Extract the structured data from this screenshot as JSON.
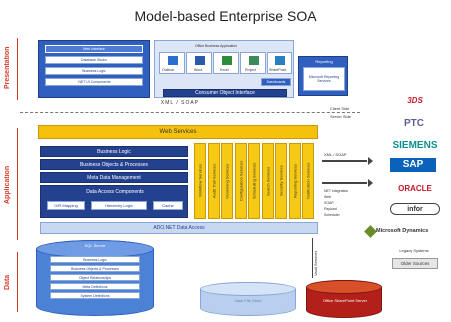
{
  "title": "Model-based Enterprise SOA",
  "tiers": {
    "presentation": "Presentation",
    "application": "Application",
    "data": "Data"
  },
  "presentation": {
    "web_client": {
      "header": "Web Interface",
      "rows": [
        "Database Studio",
        "Business Logic",
        ".NET UI Components"
      ]
    },
    "office": {
      "header": "Office Business Application",
      "apps": [
        "Outlook",
        "Word",
        "Excel",
        "Project",
        "SharePoint"
      ],
      "footer": "Consumer Object Interface",
      "side": "Dashboards"
    },
    "reporting": {
      "header": "Reporting",
      "body": "Microsoft Reporting Services"
    },
    "protocol": "XML / SOAP"
  },
  "divider": {
    "client_side": "Client Side",
    "server_side": "Server Side"
  },
  "application": {
    "web_services": "Web Services",
    "layers": [
      "Business Logic",
      "Business Objects & Processes",
      "Meta Data Management"
    ],
    "data_access": {
      "title": "Data Access Components",
      "items": [
        "O/R Mapping",
        "Hierarchy Logic",
        "Cache"
      ]
    },
    "ado": "ADO.NET Data Access",
    "columns": [
      "Workflow Services",
      "Audit Trail Services",
      "Versioning Services",
      "Configuration Services",
      "Scheduling Services",
      "Search Services",
      "Security Services",
      "Reporting Services",
      "Notification Services"
    ],
    "integration_label": "XML / SOAP",
    "integration_notes": [
      "NET integration",
      "Web",
      "SOAP",
      "Payload",
      "Scheduler"
    ],
    "file_label": "Vault Services"
  },
  "data": {
    "sql_header": "SQL Server",
    "sql_rows": [
      "Business Logic",
      "Business Objects & Processes",
      "Object Relationships",
      "Meta Definitions",
      "System Definitions"
    ],
    "file_server": "Vault File Store",
    "sharepoint": "Office SharePoint Server"
  },
  "vendors": [
    "3DS",
    "PTC",
    "SIEMENS",
    "SAP",
    "ORACLE",
    "infor",
    "Microsoft Dynamics"
  ],
  "legacy": {
    "label": "Legacy Systems",
    "box": "Older Sources"
  },
  "colors": {
    "accent_red": "#d63a2a",
    "panel_blue": "#2f5fbf",
    "yellow": "#f4c20d"
  }
}
